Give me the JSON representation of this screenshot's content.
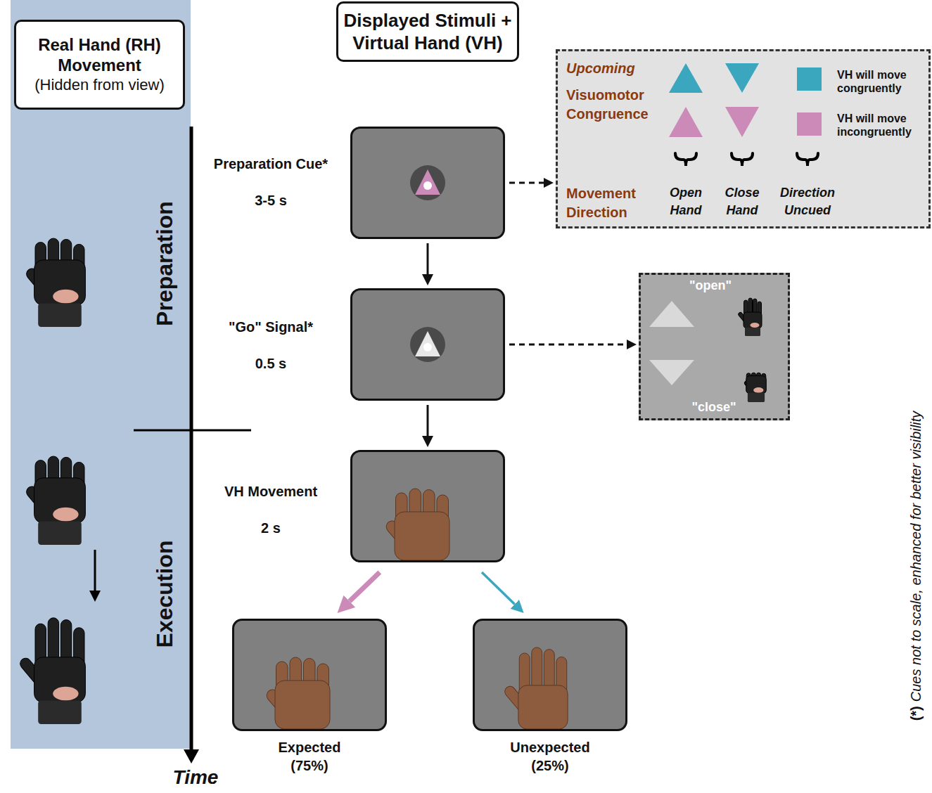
{
  "diagram": {
    "nodes": [
      {
        "text": [
          "Real Hand (RH) Movement",
          "(Hidden from view)"
        ]
      },
      {
        "text": [
          "Displayed Stimuli + Virtual Hand (VH)"
        ]
      },
      {
        "text": [
          "Upcoming",
          "Visuomotor Congruence",
          "Movement Direction",
          "Open Hand",
          "Close Hand",
          "Direction Uncued"
        ]
      },
      {
        "text": [
          "Preparation Cue*",
          "3-5 s"
        ]
      },
      {
        "text": [
          "\"Go\" Signal*",
          "0.5 s"
        ]
      },
      {
        "text": [
          "\"open\"",
          "\"close\""
        ]
      },
      {
        "text": [
          "VH Movement",
          "2 s"
        ]
      },
      {
        "text": [
          "Expected (75%)"
        ]
      },
      {
        "text": [
          "Unexpected (25%)"
        ]
      }
    ],
    "edges": [
      {
        "from": 3,
        "to": 2,
        "arrow": "to"
      },
      {
        "from": 3,
        "to": 4,
        "arrow": "to"
      },
      {
        "from": 4,
        "to": 5,
        "arrow": "to"
      },
      {
        "from": 4,
        "to": 6,
        "arrow": "to"
      },
      {
        "from": 6,
        "to": 7,
        "arrow": "to"
      },
      {
        "from": 6,
        "to": 8,
        "arrow": "to"
      }
    ],
    "labels": [
      "Preparation",
      "Execution",
      "Time",
      "(*)",
      "Cues not to scale, enhanced for better visibility"
    ],
    "legend": [
      {
        "text": "VH will move congruently",
        "color": "#3aa7bf"
      },
      {
        "text": "VH will move incongruently",
        "color": "#cc8ab8"
      }
    ]
  }
}
